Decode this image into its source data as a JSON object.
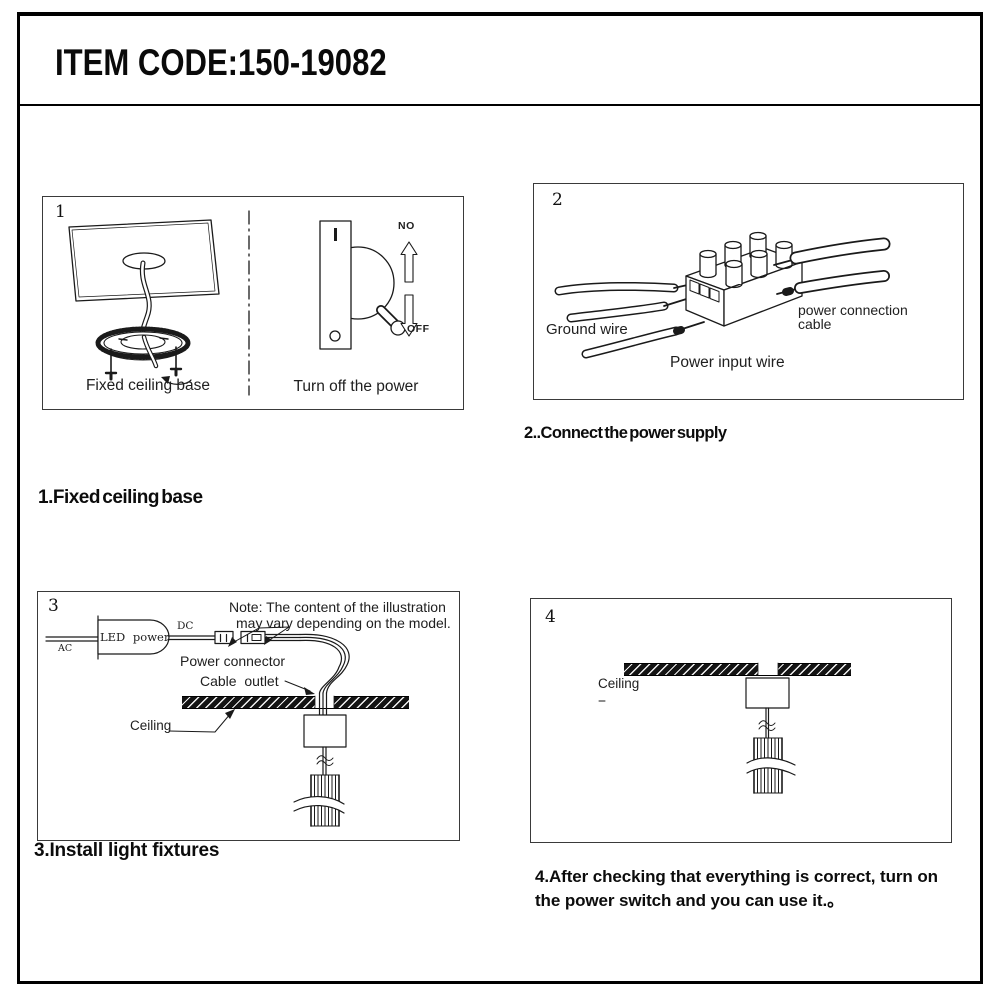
{
  "page": {
    "title": "ITEM CODE:150-19082",
    "ink_color": "#1a1a1a"
  },
  "p1": {
    "number": "1",
    "caption_left": "Fixed ceiling base",
    "caption_right": "Turn off the power",
    "no_label": "NO",
    "off_label": "OFF",
    "step_caption": "1.Fixed ceiling base"
  },
  "p2": {
    "number": "2",
    "ground_wire": "Ground wire",
    "power_connection_line1": "power connection",
    "power_connection_line2": "cable",
    "power_input": "Power input wire",
    "step_caption": "2..Connect the power supply"
  },
  "p3": {
    "number": "3",
    "note_line1": "Note: The content of the illustration",
    "note_line2": "may vary depending on the model.",
    "led_power": "LED power",
    "ac": "AC",
    "dc": "DC",
    "power_connector": "Power connector",
    "cable_outlet": "Cable  outlet",
    "ceiling": "Ceiling",
    "step_caption": "3.Install light fixtures"
  },
  "p4": {
    "number": "4",
    "ceiling": "Ceiling",
    "step_caption_line1": "4.After checking that everything is correct, turn on",
    "step_caption_line2": "the power switch and you can use it.。"
  }
}
